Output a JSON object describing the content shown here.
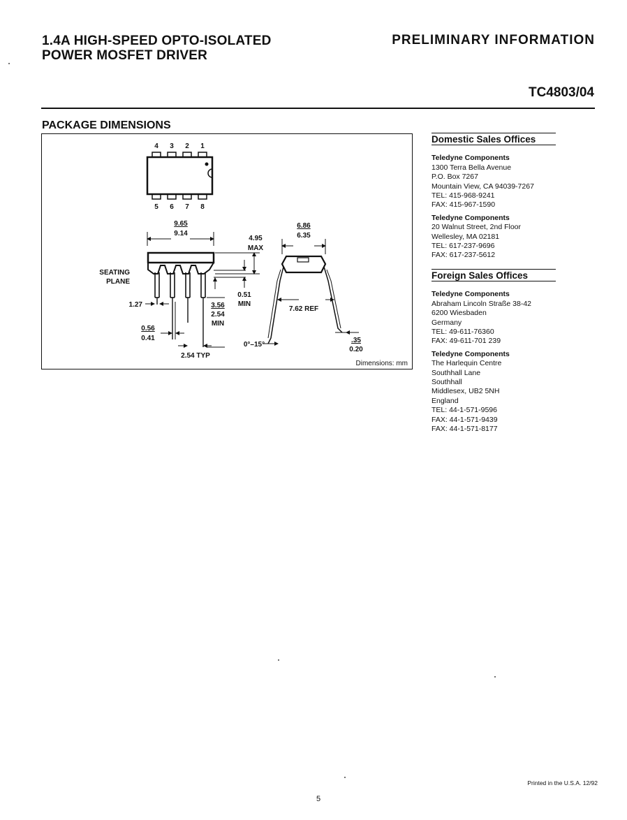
{
  "header": {
    "title_line1": "1.4A HIGH-SPEED OPTO-ISOLATED",
    "title_line2": "POWER MOSFET DRIVER",
    "status": "PRELIMINARY INFORMATION",
    "part_number": "TC4803/04"
  },
  "section_title": "PACKAGE DIMENSIONS",
  "diagram": {
    "pins_top": [
      "4",
      "3",
      "2",
      "1"
    ],
    "pins_bottom": [
      "5",
      "6",
      "7",
      "8"
    ],
    "length_max": "9.65",
    "length_min": "9.14",
    "height_value": "4.95",
    "height_note": "MAX",
    "seating_plane_line1": "SEATING",
    "seating_plane_line2": "PLANE",
    "standoff_value": "0.51",
    "standoff_note": "MIN",
    "lead_length_max": "3.56",
    "lead_length_min": "2.54",
    "lead_length_note": "MIN",
    "shoulder_width": "1.27",
    "lead_width_max": "0.56",
    "lead_width_min": "0.41",
    "pitch": "2.54 TYP",
    "body_width_max": "6.86",
    "body_width_min": "6.35",
    "row_spacing": "7.62 REF",
    "lead_angle": "0°–15°",
    "lead_thickness_max": ".35",
    "lead_thickness_min": "0.20",
    "units_note": "Dimensions:  mm"
  },
  "domestic": {
    "heading": "Domestic Sales Offices",
    "offices": [
      {
        "company": "Teledyne Components",
        "lines": [
          "1300 Terra Bella Avenue",
          "P.O. Box 7267",
          "Mountain View, CA 94039-7267",
          "TEL: 415-968-9241",
          "FAX: 415-967-1590"
        ]
      },
      {
        "company": "Teledyne Components",
        "lines": [
          "20 Walnut Street, 2nd Floor",
          "Wellesley, MA 02181",
          "TEL:  617-237-9696",
          "FAX:  617-237-5612"
        ]
      }
    ]
  },
  "foreign": {
    "heading": "Foreign Sales Offices",
    "offices": [
      {
        "company": "Teledyne Components",
        "lines": [
          "Abraham Lincoln Straße 38-42",
          "6200 Wiesbaden",
          "Germany",
          "TEL: 49-611-76360",
          "FAX: 49-611-701 239"
        ]
      },
      {
        "company": "Teledyne Components",
        "lines": [
          "The Harlequin Centre",
          "Southhall Lane",
          "Southhall",
          "Middlesex, UB2 5NH",
          "England",
          "TEL: 44-1-571-9596",
          "FAX: 44-1-571-9439",
          "FAX: 44-1-571-8177"
        ]
      }
    ]
  },
  "footer": {
    "printed": "Printed in the U.S.A. 12/92",
    "page_number": "5"
  }
}
